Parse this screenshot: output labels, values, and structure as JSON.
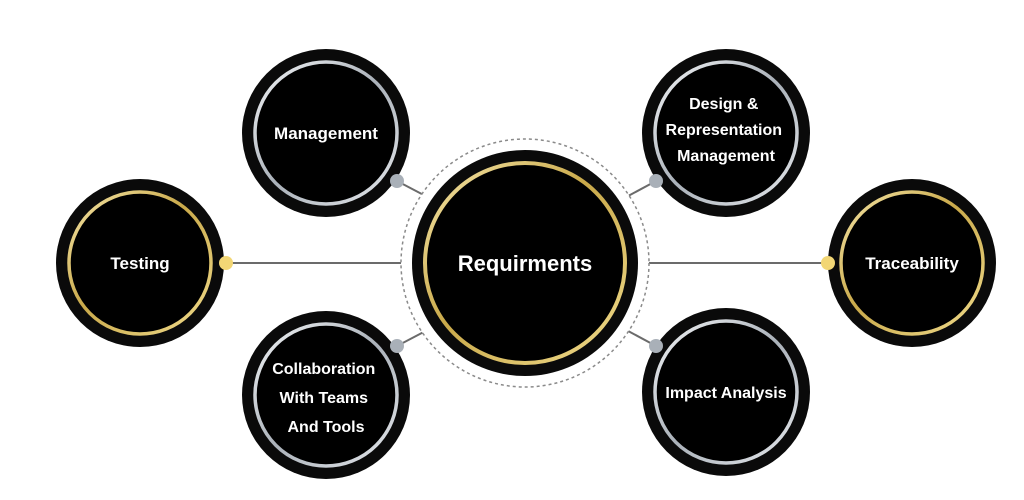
{
  "diagram": {
    "center": {
      "label": "Requirments"
    },
    "nodes": [
      {
        "id": "management",
        "lines": [
          "Management"
        ]
      },
      {
        "id": "design",
        "lines": [
          "Design &",
          "Representation",
          "Management"
        ]
      },
      {
        "id": "testing",
        "lines": [
          "Testing"
        ]
      },
      {
        "id": "traceability",
        "lines": [
          "Traceability"
        ]
      },
      {
        "id": "collaboration",
        "lines": [
          "Collaboration",
          "With Teams",
          "And Tools"
        ]
      },
      {
        "id": "impact",
        "lines": [
          "Impact Analysis"
        ]
      }
    ]
  },
  "colors": {
    "node_fill": "#000000",
    "node_outer_ring": "#111111",
    "gold_ring": "#e8cf7a",
    "silver_ring": "#c9cfd6",
    "gold_dot": "#f2d675",
    "silver_dot": "#a9b0b8",
    "connector": "#6b6b6b",
    "dashed_ring": "#8a8a8a",
    "text": "#ffffff"
  }
}
